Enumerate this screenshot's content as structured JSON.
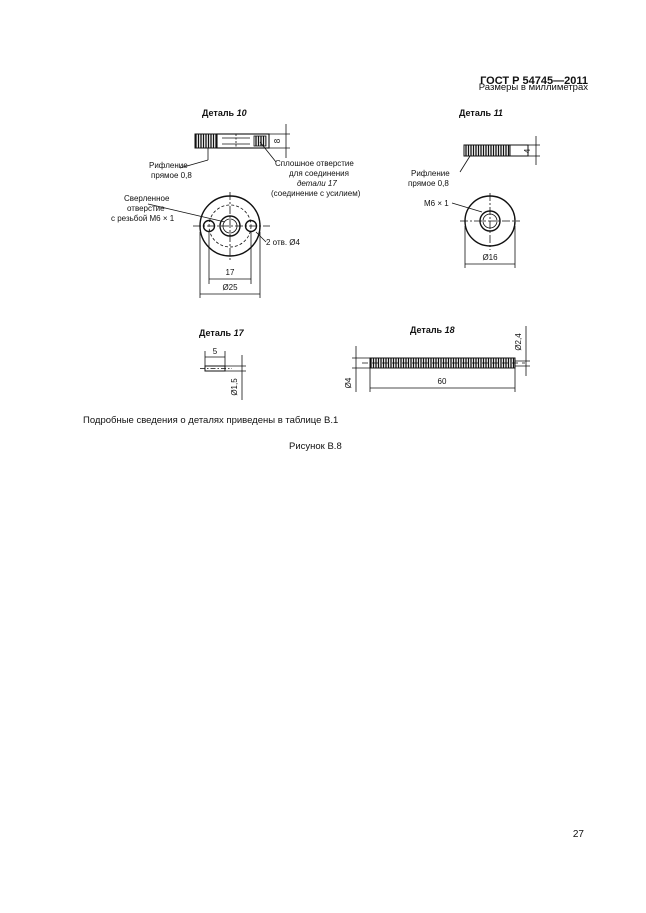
{
  "header": {
    "standard": "ГОСТ Р 54745—2011"
  },
  "units_note": "Размеры в миллиметрах",
  "details": {
    "d10": {
      "title_prefix": "Деталь ",
      "title_num": "10",
      "knurl_l1": "Рифление",
      "knurl_l2": "прямое 0,8",
      "thickness": "8",
      "through_l1": "Сплошное отверстие",
      "through_l2": "для соединения",
      "through_l3": "детали 17",
      "through_l4": "(соединение с усилием)",
      "drilled_l1": "Сверленное",
      "drilled_l2": "отверстие",
      "drilled_l3": "с резьбой М6 × 1",
      "holes": "2 отв. Ø4",
      "spacing": "17",
      "diameter": "Ø25"
    },
    "d11": {
      "title_prefix": "Деталь ",
      "title_num": "11",
      "knurl_l1": "Рифление",
      "knurl_l2": "прямое 0,8",
      "thickness": "4",
      "thread": "М6 × 1",
      "diameter": "Ø16"
    },
    "d17": {
      "title_prefix": "Деталь ",
      "title_num": "17",
      "length": "5",
      "diameter": "Ø1,5"
    },
    "d18": {
      "title_prefix": "Деталь ",
      "title_num": "18",
      "diameter_end": "Ø2,4",
      "diameter": "Ø4",
      "length": "60"
    }
  },
  "caption": "Подробные сведения о деталях приведены в таблице В.1",
  "figure_label": "Рисунок В.8",
  "page_number": "27"
}
